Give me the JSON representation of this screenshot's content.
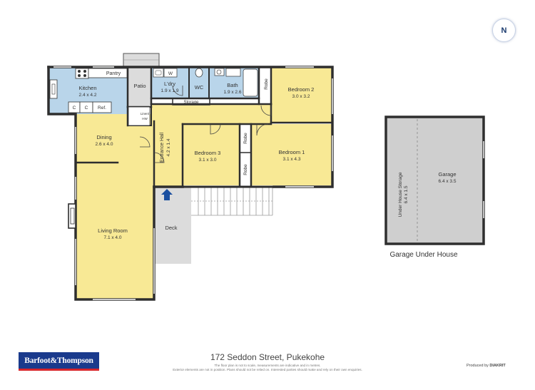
{
  "compass": {
    "label": "N"
  },
  "rooms": {
    "kitchen": {
      "name": "Kitchen",
      "size": "2.4 x 4.2"
    },
    "pantry": {
      "name": "Pantry"
    },
    "patio": {
      "name": "Patio"
    },
    "laundry": {
      "name": "L'dry",
      "size": "1.9 x 1.9"
    },
    "wc": {
      "name": "WC"
    },
    "bath": {
      "name": "Bath",
      "size": "1.9 x 2.6"
    },
    "storage": {
      "name": "Storage"
    },
    "bedroom2": {
      "name": "Bedroom 2",
      "size": "3.0 x 3.2"
    },
    "dining": {
      "name": "Dining",
      "size": "2.6 x 4.0"
    },
    "linen": {
      "name": "Linen/",
      "name2": "HW"
    },
    "entrance": {
      "name": "Entrance Hall",
      "size": "4.2 x 1.4"
    },
    "bedroom3": {
      "name": "Bedroom 3",
      "size": "3.1 x 3.0"
    },
    "bedroom1": {
      "name": "Bedroom 1",
      "size": "3.1 x 4.3"
    },
    "living": {
      "name": "Living Room",
      "size": "7.1 x 4.0"
    },
    "deck": {
      "name": "Deck"
    },
    "under_house_storage": {
      "name": "Under House Storage",
      "size": "6.4 x 1.5"
    },
    "garage": {
      "name": "Garage",
      "size": "6.4 x 3.5"
    }
  },
  "fixtures": {
    "robe": "Robe",
    "washer": "W",
    "fridge": "Ref.",
    "cupboard": "C"
  },
  "garage_caption": "Garage Under House",
  "address": "172 Seddon Street, Pukekohe",
  "disclaimer_1": "The floor plan is not to scale, measurements are indicative and in metres.",
  "disclaimer_2": "Exterior elements are not in position. Plans should not be relied on. Interested parties should make and rely on their own enquiries.",
  "brand_logo": "Barfoot&Thompson",
  "produced_by": "Produced by",
  "producer": "DIAKRIT",
  "colors": {
    "room_yellow": "#f8e995",
    "room_blue": "#b9d5ea",
    "deck_grey": "#dcdcdc",
    "wall": "#2e2e2e",
    "garage_grey": "#cfcfcf",
    "entry_arrow": "#1a4fa0"
  }
}
